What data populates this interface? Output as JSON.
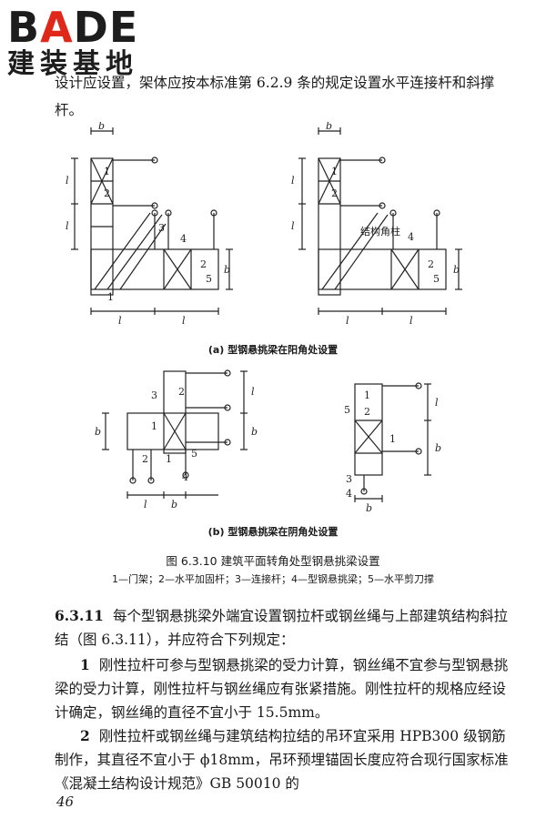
{
  "logo": {
    "word_left": "B",
    "word_accent": "A",
    "word_right": "DE",
    "sub": "建装基地"
  },
  "intro_text": "设计应设置，架体应按本标准第 6.2.9 条的规定设置水平连接杆和斜撑杆。",
  "fig_a": {
    "caption": "(a) 型钢悬挑梁在阳角处设置",
    "dim_b": "b",
    "dim_l": "l",
    "labels": [
      "1",
      "2",
      "3",
      "4",
      "5"
    ],
    "annotation": "结构角柱"
  },
  "fig_b": {
    "caption": "(b) 型钢悬挑梁在阴角处设置",
    "dim_b": "b",
    "dim_l": "l",
    "labels": [
      "1",
      "2",
      "3",
      "4",
      "5"
    ]
  },
  "figure_title": "图 6.3.10   建筑平面转角处型钢悬挑梁设置",
  "figure_legend": "1—门架；2—水平加固杆；3—连接杆；4—型钢悬挑梁；5—水平剪刀撑",
  "clause": {
    "number": "6.3.11",
    "text": "每个型钢悬挑梁外端宜设置钢拉杆或钢丝绳与上部建筑结构斜拉结（图 6.3.11），并应符合下列规定："
  },
  "items": [
    {
      "num": "1",
      "text": "刚性拉杆可参与型钢悬挑梁的受力计算，钢丝绳不宜参与型钢悬挑梁的受力计算，刚性拉杆与钢丝绳应有张紧措施。刚性拉杆的规格应经设计确定，钢丝绳的直径不宜小于 15.5mm。"
    },
    {
      "num": "2",
      "text": "刚性拉杆或钢丝绳与建筑结构拉结的吊环宜采用 HPB300 级钢筋制作，其直径不宜小于 ϕ18mm，吊环预埋锚固长度应符合现行国家标准《混凝土结构设计规范》GB 50010 的"
    }
  ],
  "page_number": "46"
}
